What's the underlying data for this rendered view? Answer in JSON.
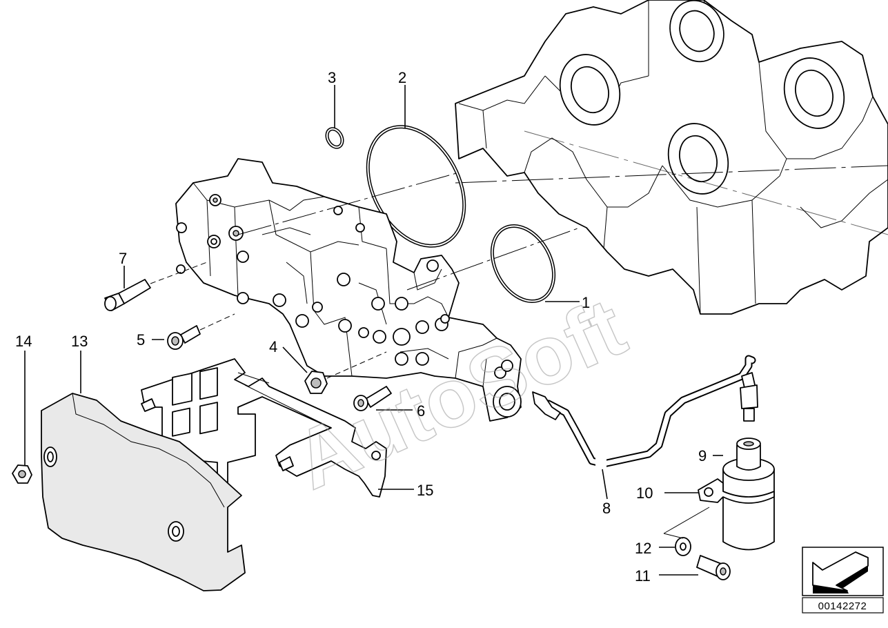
{
  "callouts": {
    "c1": "1",
    "c2": "2",
    "c3": "3",
    "c4": "4",
    "c5": "5",
    "c6": "6",
    "c7": "7",
    "c8": "8",
    "c9": "9",
    "c10": "10",
    "c11": "11",
    "c12": "12",
    "c13": "13",
    "c14": "14",
    "c15": "15"
  },
  "watermark": "AutoSoft",
  "doc_id": "00142272",
  "icons": {
    "direction_arrow": "arrow-down-left-icon"
  }
}
